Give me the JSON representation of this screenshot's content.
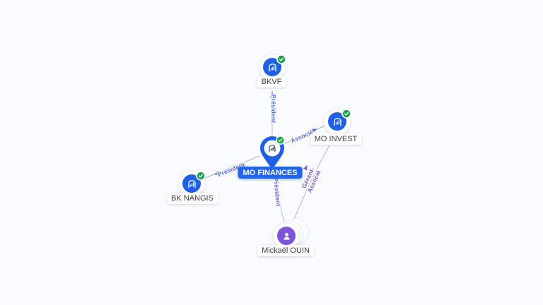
{
  "graph": {
    "nodes": [
      {
        "label": "BKVF",
        "type": "company",
        "verified": true
      },
      {
        "label": "MO INVEST",
        "type": "company",
        "verified": true
      },
      {
        "label": "MO FINANCES",
        "type": "company-focus",
        "verified": true
      },
      {
        "label": "BK NANGIS",
        "type": "company",
        "verified": true
      },
      {
        "label": "Mickaël OUIN",
        "type": "person",
        "verified": false
      }
    ],
    "edges": [
      {
        "source": "MO FINANCES",
        "target": "BKVF",
        "roles": [
          "Président"
        ]
      },
      {
        "source": "MO FINANCES",
        "target": "MO INVEST",
        "roles": [
          "Associé"
        ]
      },
      {
        "source": "MO FINANCES",
        "target": "BK NANGIS",
        "roles": [
          "Président"
        ]
      },
      {
        "source": "Mickaël OUIN",
        "target": "MO FINANCES",
        "roles": [
          "Président"
        ]
      },
      {
        "source": "Mickaël OUIN",
        "target": "MO INVEST",
        "roles": [
          "Gérant",
          "Associé"
        ]
      }
    ]
  },
  "colors": {
    "background": "#fafbfe",
    "company_blue": "#2060e8",
    "person_purple": "#7d55da",
    "verified_green": "#16a34a",
    "focus_label_bg": "#2364ea",
    "edge_line": "#b3b8c3",
    "edge_label_blue": "#4b6be8",
    "edge_label_purple": "#7b5cd9",
    "node_label_text": "#3d4046"
  }
}
